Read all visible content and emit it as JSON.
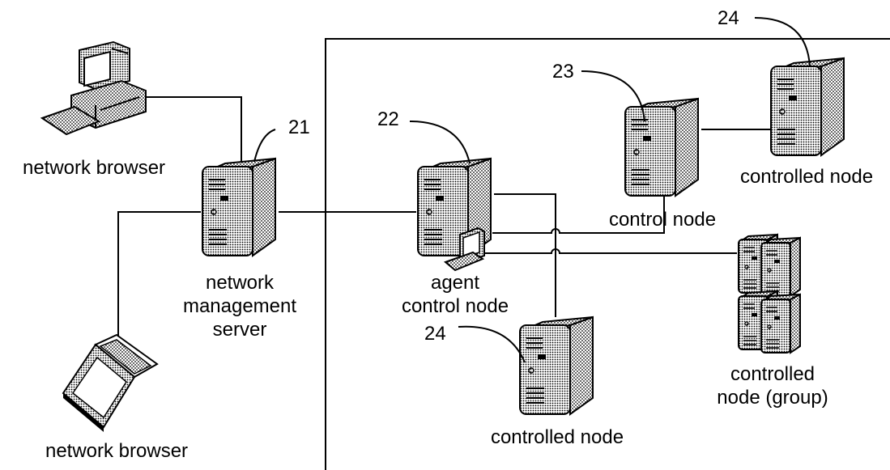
{
  "colors": {
    "stroke": "#000000",
    "fill_light": "#e6e6e6",
    "fill_dark": "#b8b8b8",
    "background": "#ffffff"
  },
  "labels": {
    "browser_top": "network browser",
    "browser_bottom": "network browser",
    "server_line1": "network",
    "server_line2": "management",
    "server_line3": "server",
    "agent_line1": "agent",
    "agent_line2": "control node",
    "control_node": "control node",
    "controlled_top": "controlled node",
    "controlled_bottom": "controlled node",
    "group_line1": "controlled",
    "group_line2": "node (group)"
  },
  "refs": {
    "server": "21",
    "agent": "22",
    "control": "23",
    "controlled_top": "24",
    "controlled_bottom": "24"
  },
  "icons": {
    "desktop": "desktop-computer-icon",
    "laptop": "laptop-icon",
    "server": "tower-server-icon",
    "group": "server-rack-group-icon"
  }
}
